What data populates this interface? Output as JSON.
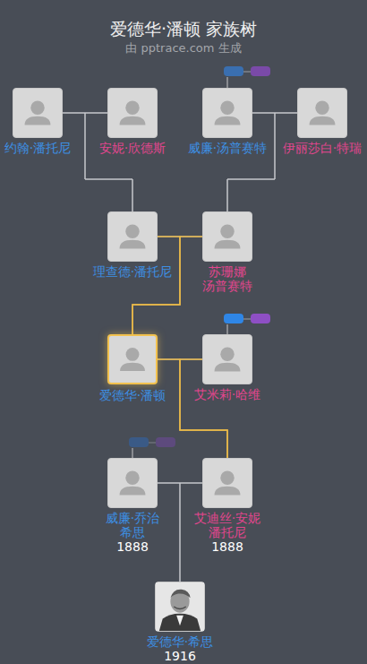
{
  "diagram": {
    "title": "爱德华·潘顿 家族树",
    "caption": "由 pptrace.com 生成",
    "nodes": [
      {
        "text": [
          "约翰·潘托尼"
        ]
      },
      {
        "text": [
          "安妮·欣德斯"
        ]
      },
      {
        "text": [
          "威廉·汤普赛特"
        ]
      },
      {
        "text": [
          "伊丽莎白·特瑞"
        ]
      },
      {
        "text": [
          "理查德·潘托尼"
        ]
      },
      {
        "text": [
          "苏珊娜 汤普赛特"
        ]
      },
      {
        "text": [
          "爱德华·潘顿"
        ]
      },
      {
        "text": [
          "艾米莉·哈维"
        ]
      },
      {
        "text": [
          "威廉·乔治 希思",
          "1888"
        ]
      },
      {
        "text": [
          "艾迪丝·安妮 潘托尼",
          "1888"
        ]
      },
      {
        "text": [
          "爱德华·希思",
          "1916"
        ]
      }
    ],
    "edges": [
      {
        "from": 0,
        "to": 1,
        "arrow": "none"
      },
      {
        "from": 2,
        "to": 3,
        "arrow": "none"
      },
      {
        "from": 4,
        "to": 5,
        "arrow": "none"
      },
      {
        "from": 6,
        "to": 7,
        "arrow": "none"
      },
      {
        "from": 8,
        "to": 9,
        "arrow": "none"
      },
      {
        "from": 0,
        "to": 4,
        "arrow": "none"
      },
      {
        "from": 1,
        "to": 4,
        "arrow": "none"
      },
      {
        "from": 2,
        "to": 5,
        "arrow": "none"
      },
      {
        "from": 3,
        "to": 5,
        "arrow": "none"
      },
      {
        "from": 4,
        "to": 6,
        "arrow": "none"
      },
      {
        "from": 5,
        "to": 6,
        "arrow": "none"
      },
      {
        "from": 6,
        "to": 9,
        "arrow": "none"
      },
      {
        "from": 7,
        "to": 9,
        "arrow": "none"
      },
      {
        "from": 8,
        "to": 10,
        "arrow": "none"
      },
      {
        "from": 9,
        "to": 10,
        "arrow": "none"
      }
    ]
  }
}
